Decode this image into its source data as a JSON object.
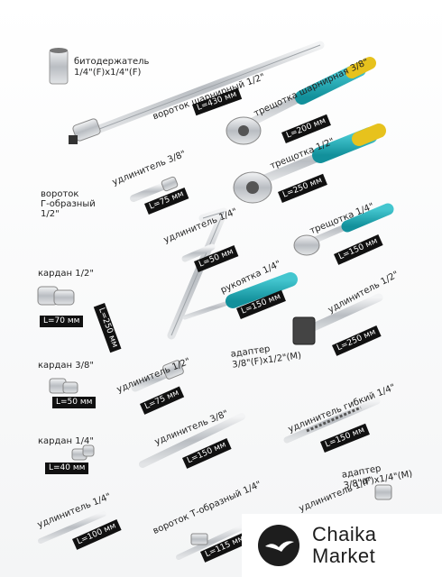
{
  "labels": {
    "bitholder": [
      "битодержатель",
      "1/4\"(F)x1/4\"(F)"
    ],
    "breaker_bar": "вороток шарнирный 1/2\"",
    "breaker_len": "L=430 мм",
    "flex_ratchet": "трещотка шарнирная 3/8\"",
    "flex_ratchet_len": "L=200 мм",
    "ratchet12": "трещотка 1/2\"",
    "ratchet12_len": "L=250 мм",
    "ratchet14": "трещотка 1/4\"",
    "ratchet14_len": "L=150 мм",
    "ext38_75": "удлинитель 3/8\"",
    "ext38_75_len": "L=75 мм",
    "lbar": [
      "вороток",
      "Г-образный",
      "1/2\""
    ],
    "lbar_len": "L=250 мм",
    "ext14_50": "удлинитель 1/4\"",
    "ext14_50_len": "L=50 мм",
    "handle14": "рукоятка 1/4\"",
    "handle14_len": "L=150 мм",
    "ujoint12": "кардан 1/2\"",
    "ujoint12_len": "L=70 мм",
    "ext12_250": "удлинитель 1/2\"",
    "ext12_250_len": "L=250 мм",
    "adapter1": [
      "адаптер",
      "3/8\"(F)x1/2\"(M)"
    ],
    "ujoint38": "кардан 3/8\"",
    "ujoint38_len": "L=50 мм",
    "ext12_75": "удлинитель 1/2\"",
    "ext12_75_len": "L=75 мм",
    "flex_ext": "удлинитель гибкий 1/4\"",
    "flex_ext_len": "L=150 мм",
    "ext38_150": "удлинитель 3/8\"",
    "ext38_150_len": "L=150 мм",
    "ujoint14": "кардан 1/4\"",
    "ujoint14_len": "L=40 мм",
    "adapter2": [
      "адаптер",
      "3/8\"(F)x1/4\"(M)"
    ],
    "ext14_100": "удлинитель 1/4\"",
    "ext14_100_len": "L=100 мм",
    "tbar": "вороток Т-образный 1/4\"",
    "tbar_len": "L=115 мм",
    "ext14_small": "удлинитель 1/4\""
  },
  "logo": {
    "line1": "Chaika",
    "line2": "Market"
  },
  "colors": {
    "chrome": "#c9ccd0",
    "accent_teal": "#1aa7b3",
    "accent_yellow": "#e7c21d",
    "badge": "#111111"
  }
}
